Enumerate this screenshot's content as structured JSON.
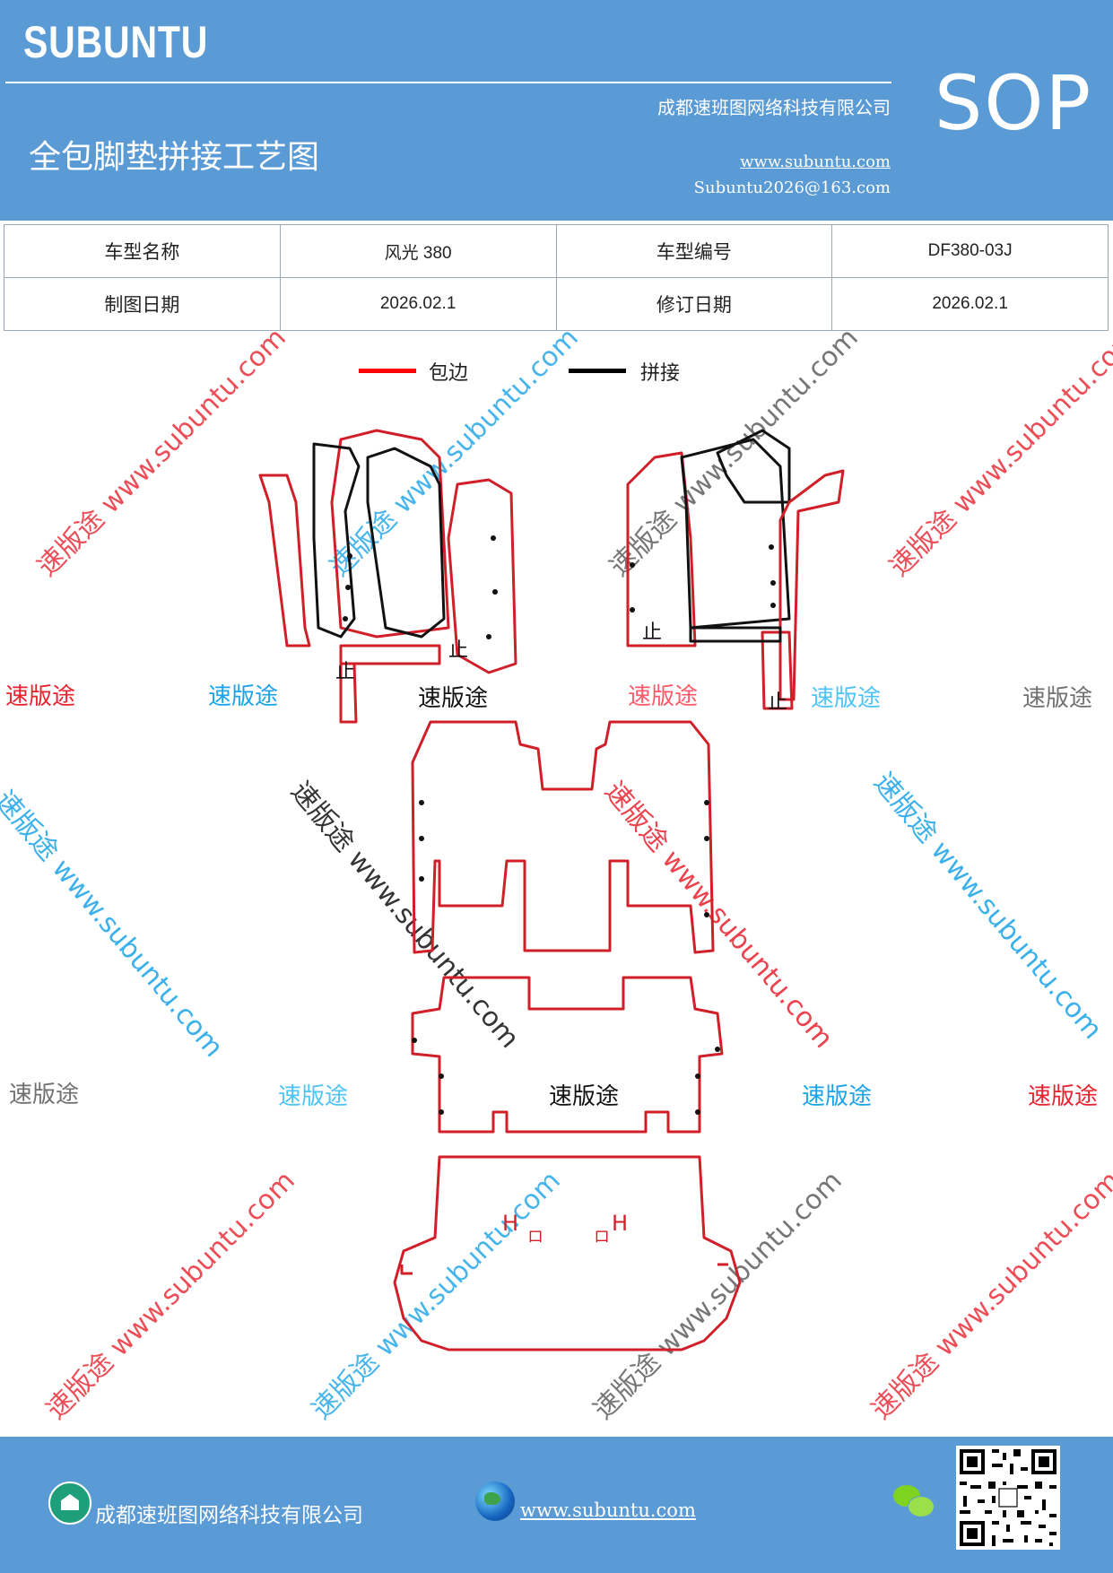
{
  "header": {
    "logo": "SUBUNTU",
    "company": "成都速班图网络科技有限公司",
    "title": "全包脚垫拼接工艺图",
    "url": "www.subuntu.com",
    "email": "Subuntu2026@163.com",
    "badge": "SOP"
  },
  "info": {
    "model_name_label": "车型名称",
    "model_name_value": "风光 380",
    "model_code_label": "车型编号",
    "model_code_value": "DF380-03J",
    "draw_date_label": "制图日期",
    "draw_date_value": "2026.02.1",
    "revise_date_label": "修订日期",
    "revise_date_value": "2026.02.1"
  },
  "legend": {
    "wrap_label": "包边",
    "wrap_color": "#ff0000",
    "join_label": "拼接",
    "join_color": "#000000"
  },
  "diagram": {
    "mark_stop": "止",
    "mark_h": "H",
    "mark_o": "ロ"
  },
  "watermark": {
    "brand": "速版途",
    "site": "www.subuntu.com",
    "diag_line": "速版途 www.subuntu.com",
    "colors": {
      "red": "#e8222e",
      "blue": "#1aa3e8",
      "grey": "#707070",
      "black": "#111111",
      "pink": "#ff5a6a"
    }
  },
  "footer": {
    "company": "成都速班图网络科技有限公司",
    "url": "www.subuntu.com"
  }
}
